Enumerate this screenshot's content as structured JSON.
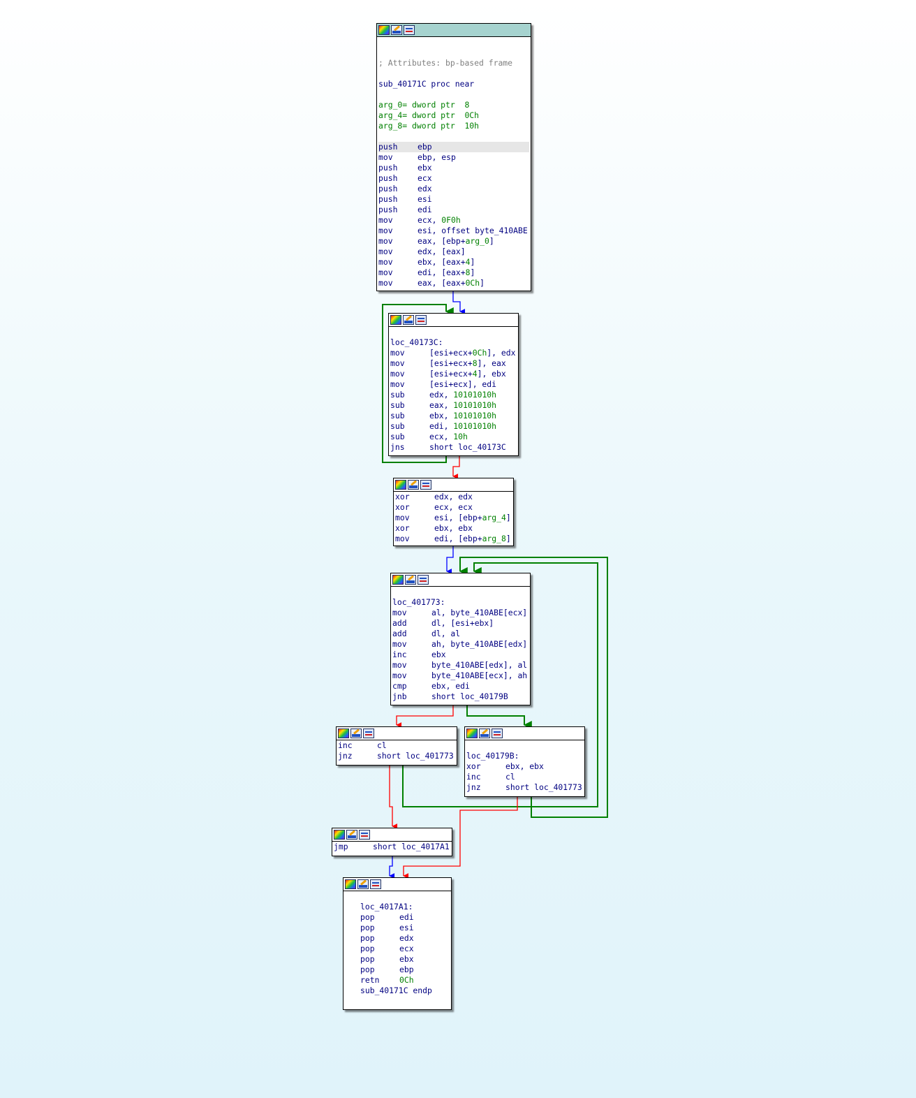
{
  "colors": {
    "edge_true": "#008000",
    "edge_false": "#ff0000",
    "edge_unconditional": "#0000ff",
    "code_text": "#000080",
    "number_text": "#008000",
    "comment_text": "#808080",
    "entry_header": "#a6d3cf"
  },
  "header_icons": [
    "color-icon",
    "edit-icon",
    "graph-icon"
  ],
  "blocks": [
    {
      "id": "sub_40171C",
      "entry": true,
      "lines": [
        {
          "t": ""
        },
        {
          "t": ""
        },
        {
          "c": "; Attributes: bp-based frame"
        },
        {
          "t": ""
        },
        {
          "p": [
            {
              "t": "sub_40171C proc near"
            }
          ]
        },
        {
          "t": ""
        },
        {
          "p": [
            {
              "t": "arg_0",
              "k": "var"
            },
            {
              "t": "= dword ptr  ",
              "k": "var"
            },
            {
              "t": "8",
              "k": "num"
            }
          ]
        },
        {
          "p": [
            {
              "t": "arg_4",
              "k": "var"
            },
            {
              "t": "= dword ptr  ",
              "k": "var"
            },
            {
              "t": "0Ch",
              "k": "num"
            }
          ]
        },
        {
          "p": [
            {
              "t": "arg_8",
              "k": "var"
            },
            {
              "t": "= dword ptr  ",
              "k": "var"
            },
            {
              "t": "10h",
              "k": "num"
            }
          ]
        },
        {
          "t": ""
        },
        {
          "m": "push",
          "p": [
            {
              "t": "ebp"
            }
          ],
          "hl": true
        },
        {
          "m": "mov",
          "p": [
            {
              "t": "ebp, esp"
            }
          ]
        },
        {
          "m": "push",
          "p": [
            {
              "t": "ebx"
            }
          ]
        },
        {
          "m": "push",
          "p": [
            {
              "t": "ecx"
            }
          ]
        },
        {
          "m": "push",
          "p": [
            {
              "t": "edx"
            }
          ]
        },
        {
          "m": "push",
          "p": [
            {
              "t": "esi"
            }
          ]
        },
        {
          "m": "push",
          "p": [
            {
              "t": "edi"
            }
          ]
        },
        {
          "m": "mov",
          "p": [
            {
              "t": "ecx, "
            },
            {
              "t": "0F0h",
              "k": "num"
            }
          ]
        },
        {
          "m": "mov",
          "p": [
            {
              "t": "esi, offset byte_410ABE"
            }
          ]
        },
        {
          "m": "mov",
          "p": [
            {
              "t": "eax, [ebp+"
            },
            {
              "t": "arg_0",
              "k": "var"
            },
            {
              "t": "]"
            }
          ]
        },
        {
          "m": "mov",
          "p": [
            {
              "t": "edx, [eax]"
            }
          ]
        },
        {
          "m": "mov",
          "p": [
            {
              "t": "ebx, [eax+"
            },
            {
              "t": "4",
              "k": "num"
            },
            {
              "t": "]"
            }
          ]
        },
        {
          "m": "mov",
          "p": [
            {
              "t": "edi, [eax+"
            },
            {
              "t": "8",
              "k": "num"
            },
            {
              "t": "]"
            }
          ]
        },
        {
          "m": "mov",
          "p": [
            {
              "t": "eax, [eax+"
            },
            {
              "t": "0Ch",
              "k": "num"
            },
            {
              "t": "]"
            }
          ]
        }
      ]
    },
    {
      "id": "loc_40173C",
      "lines": [
        {
          "t": ""
        },
        {
          "p": [
            {
              "t": "loc_40173C:"
            }
          ]
        },
        {
          "m": "mov",
          "p": [
            {
              "t": "[esi+ecx+"
            },
            {
              "t": "0Ch",
              "k": "num"
            },
            {
              "t": "], edx"
            }
          ]
        },
        {
          "m": "mov",
          "p": [
            {
              "t": "[esi+ecx+"
            },
            {
              "t": "8",
              "k": "num"
            },
            {
              "t": "], eax"
            }
          ]
        },
        {
          "m": "mov",
          "p": [
            {
              "t": "[esi+ecx+"
            },
            {
              "t": "4",
              "k": "num"
            },
            {
              "t": "], ebx"
            }
          ]
        },
        {
          "m": "mov",
          "p": [
            {
              "t": "[esi+ecx], edi"
            }
          ]
        },
        {
          "m": "sub",
          "p": [
            {
              "t": "edx, "
            },
            {
              "t": "10101010h",
              "k": "num"
            }
          ]
        },
        {
          "m": "sub",
          "p": [
            {
              "t": "eax, "
            },
            {
              "t": "10101010h",
              "k": "num"
            }
          ]
        },
        {
          "m": "sub",
          "p": [
            {
              "t": "ebx, "
            },
            {
              "t": "10101010h",
              "k": "num"
            }
          ]
        },
        {
          "m": "sub",
          "p": [
            {
              "t": "edi, "
            },
            {
              "t": "10101010h",
              "k": "num"
            }
          ]
        },
        {
          "m": "sub",
          "p": [
            {
              "t": "ecx, "
            },
            {
              "t": "10h",
              "k": "num"
            }
          ]
        },
        {
          "m": "jns",
          "p": [
            {
              "t": "short loc_40173C"
            }
          ]
        }
      ]
    },
    {
      "id": "block_xor_init",
      "lines": [
        {
          "m": "xor",
          "p": [
            {
              "t": "edx, edx"
            }
          ]
        },
        {
          "m": "xor",
          "p": [
            {
              "t": "ecx, ecx"
            }
          ]
        },
        {
          "m": "mov",
          "p": [
            {
              "t": "esi, [ebp+"
            },
            {
              "t": "arg_4",
              "k": "var"
            },
            {
              "t": "]"
            }
          ]
        },
        {
          "m": "xor",
          "p": [
            {
              "t": "ebx, ebx"
            }
          ]
        },
        {
          "m": "mov",
          "p": [
            {
              "t": "edi, [ebp+"
            },
            {
              "t": "arg_8",
              "k": "var"
            },
            {
              "t": "]"
            }
          ]
        }
      ]
    },
    {
      "id": "loc_401773",
      "lines": [
        {
          "t": ""
        },
        {
          "p": [
            {
              "t": "loc_401773:"
            }
          ]
        },
        {
          "m": "mov",
          "p": [
            {
              "t": "al, byte_410ABE[ecx]"
            }
          ]
        },
        {
          "m": "add",
          "p": [
            {
              "t": "dl, [esi+ebx]"
            }
          ]
        },
        {
          "m": "add",
          "p": [
            {
              "t": "dl, al"
            }
          ]
        },
        {
          "m": "mov",
          "p": [
            {
              "t": "ah, byte_410ABE[edx]"
            }
          ]
        },
        {
          "m": "inc",
          "p": [
            {
              "t": "ebx"
            }
          ]
        },
        {
          "m": "mov",
          "p": [
            {
              "t": "byte_410ABE[edx], al"
            }
          ]
        },
        {
          "m": "mov",
          "p": [
            {
              "t": "byte_410ABE[ecx], ah"
            }
          ]
        },
        {
          "m": "cmp",
          "p": [
            {
              "t": "ebx, edi"
            }
          ]
        },
        {
          "m": "jnb",
          "p": [
            {
              "t": "short loc_40179B"
            }
          ]
        }
      ]
    },
    {
      "id": "block_inc_cl",
      "lines": [
        {
          "m": "inc",
          "p": [
            {
              "t": "cl"
            }
          ]
        },
        {
          "m": "jnz",
          "p": [
            {
              "t": "short loc_401773"
            }
          ]
        }
      ]
    },
    {
      "id": "loc_40179B",
      "lines": [
        {
          "t": ""
        },
        {
          "p": [
            {
              "t": "loc_40179B:"
            }
          ]
        },
        {
          "m": "xor",
          "p": [
            {
              "t": "ebx, ebx"
            }
          ]
        },
        {
          "m": "inc",
          "p": [
            {
              "t": "cl"
            }
          ]
        },
        {
          "m": "jnz",
          "p": [
            {
              "t": "short loc_401773"
            }
          ]
        }
      ]
    },
    {
      "id": "block_jmp",
      "lines": [
        {
          "m": "jmp",
          "p": [
            {
              "t": "short loc_4017A1"
            }
          ]
        }
      ]
    },
    {
      "id": "loc_4017A1",
      "lines": [
        {
          "t": ""
        },
        {
          "p": [
            {
              "t": "loc_4017A1:"
            }
          ]
        },
        {
          "m": "pop",
          "p": [
            {
              "t": "edi"
            }
          ]
        },
        {
          "m": "pop",
          "p": [
            {
              "t": "esi"
            }
          ]
        },
        {
          "m": "pop",
          "p": [
            {
              "t": "edx"
            }
          ]
        },
        {
          "m": "pop",
          "p": [
            {
              "t": "ecx"
            }
          ]
        },
        {
          "m": "pop",
          "p": [
            {
              "t": "ebx"
            }
          ]
        },
        {
          "m": "pop",
          "p": [
            {
              "t": "ebp"
            }
          ]
        },
        {
          "m": "retn",
          "p": [
            {
              "t": "0Ch",
              "k": "num"
            }
          ]
        },
        {
          "p": [
            {
              "t": "sub_40171C endp"
            }
          ]
        }
      ]
    }
  ],
  "edges": [
    {
      "from": "sub_40171C",
      "to": "loc_40173C",
      "type": "unconditional"
    },
    {
      "from": "loc_40173C",
      "to": "loc_40173C",
      "type": "true"
    },
    {
      "from": "loc_40173C",
      "to": "block_xor_init",
      "type": "false"
    },
    {
      "from": "block_xor_init",
      "to": "loc_401773",
      "type": "unconditional"
    },
    {
      "from": "loc_401773",
      "to": "block_inc_cl",
      "type": "false"
    },
    {
      "from": "loc_401773",
      "to": "loc_40179B",
      "type": "true"
    },
    {
      "from": "block_inc_cl",
      "to": "loc_401773",
      "type": "true"
    },
    {
      "from": "loc_40179B",
      "to": "loc_401773",
      "type": "true"
    },
    {
      "from": "block_inc_cl",
      "to": "block_jmp",
      "type": "false"
    },
    {
      "from": "loc_40179B",
      "to": "loc_4017A1",
      "type": "false"
    },
    {
      "from": "block_jmp",
      "to": "loc_4017A1",
      "type": "unconditional"
    }
  ]
}
